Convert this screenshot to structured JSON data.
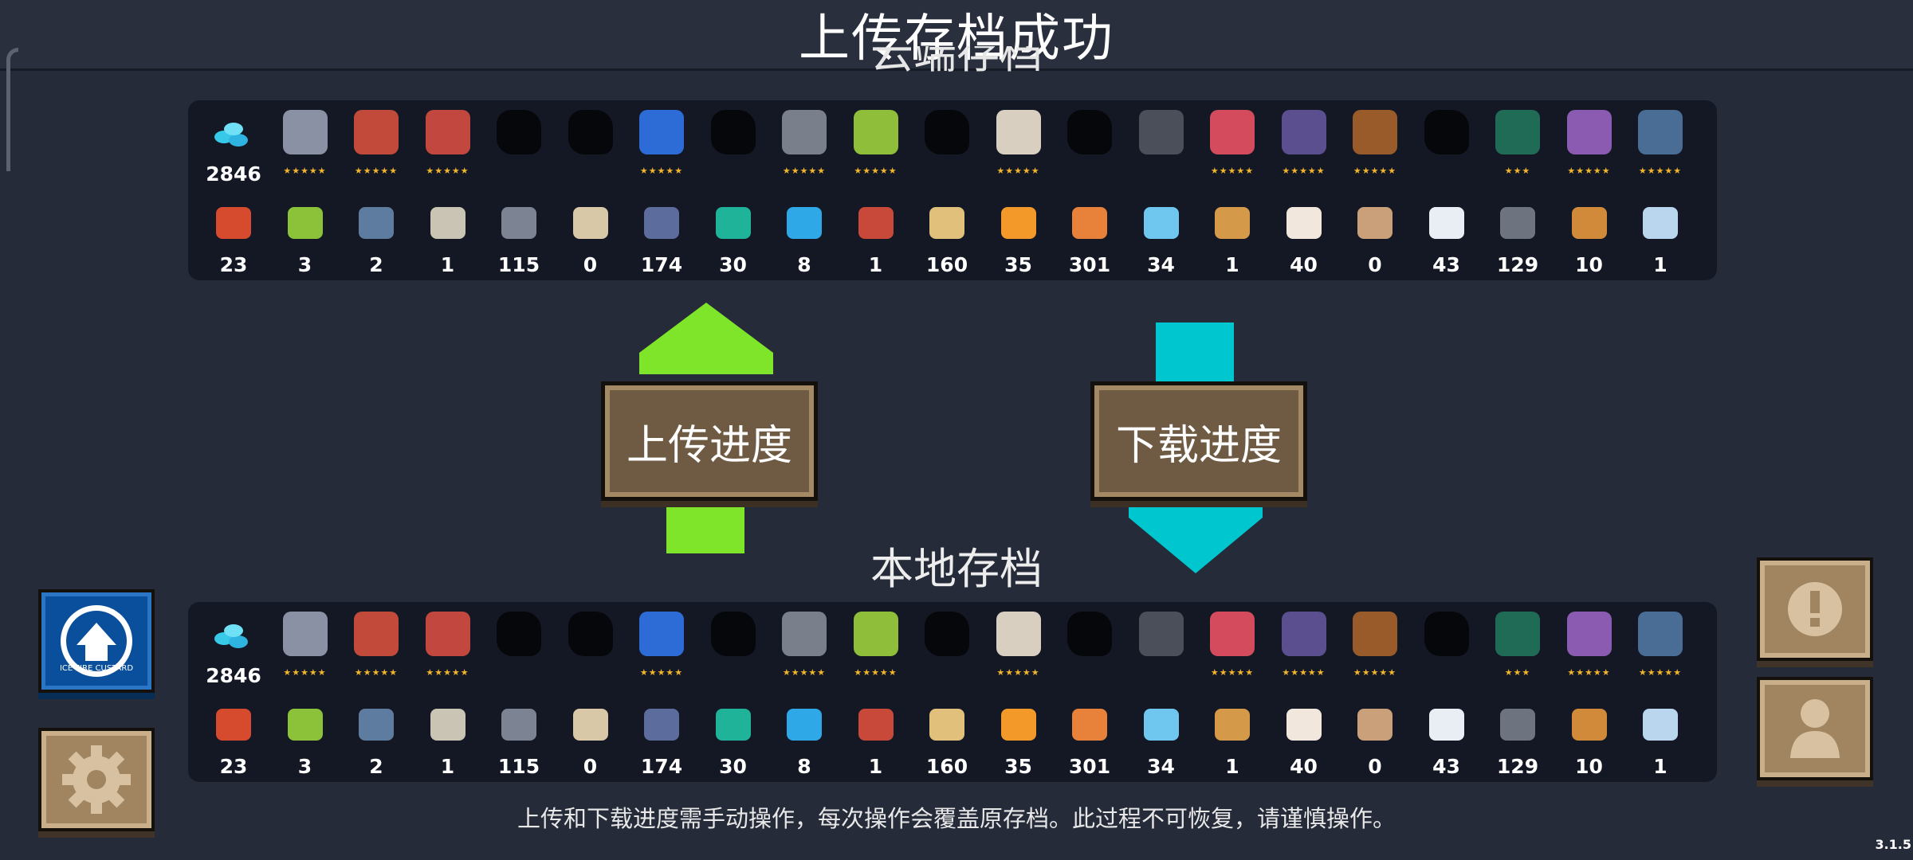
{
  "toast": "上传存档成功",
  "cloud_title": "云端存档",
  "local_title": "本地存档",
  "upload_label": "上传进度",
  "download_label": "下载进度",
  "notice": "上传和下载进度需手动操作，每次操作会覆盖原存档。此过程不可恢复，请谨慎操作。",
  "version": "3.1.5",
  "gem_count": "2846",
  "logo_text": "ICE FIRE CUSTARD",
  "heroes": [
    {
      "name": "knight-icon",
      "color": "#8a91a5",
      "stars": "★★★★★",
      "unlocked": true
    },
    {
      "name": "rogue-icon",
      "color": "#c14a3b",
      "stars": "★★★★★",
      "unlocked": true
    },
    {
      "name": "witch-icon",
      "color": "#c2473e",
      "stars": "★★★★★",
      "unlocked": true
    },
    {
      "name": "locked-hero-icon",
      "color": "#05070a",
      "stars": "",
      "unlocked": false
    },
    {
      "name": "locked-hero-icon",
      "color": "#05070a",
      "stars": "",
      "unlocked": false
    },
    {
      "name": "robot-icon",
      "color": "#2d6cd6",
      "stars": "★★★★★",
      "unlocked": true
    },
    {
      "name": "locked-hero-icon",
      "color": "#05070a",
      "stars": "",
      "unlocked": false
    },
    {
      "name": "paladin-icon",
      "color": "#7a7f8c",
      "stars": "★★★★★",
      "unlocked": true
    },
    {
      "name": "elf-icon",
      "color": "#8fbf3a",
      "stars": "★★★★★",
      "unlocked": true
    },
    {
      "name": "locked-hero-icon",
      "color": "#05070a",
      "stars": "",
      "unlocked": false
    },
    {
      "name": "priest-icon",
      "color": "#d8cfc0",
      "stars": "★★★★★",
      "unlocked": true
    },
    {
      "name": "locked-hero-icon",
      "color": "#05070a",
      "stars": "",
      "unlocked": false
    },
    {
      "name": "assassin-icon",
      "color": "#4b4f5a",
      "stars": "",
      "unlocked": true
    },
    {
      "name": "berserker-icon",
      "color": "#d34b5d",
      "stars": "★★★★★",
      "unlocked": true
    },
    {
      "name": "vampire-icon",
      "color": "#5b4f8f",
      "stars": "★★★★★",
      "unlocked": true
    },
    {
      "name": "officer-icon",
      "color": "#9a5b2a",
      "stars": "★★★★★",
      "unlocked": true
    },
    {
      "name": "locked-hero-icon",
      "color": "#05070a",
      "stars": "",
      "unlocked": false
    },
    {
      "name": "chest-icon",
      "color": "#1f6b56",
      "stars": "★★★",
      "unlocked": true
    },
    {
      "name": "book-icon",
      "color": "#8a5bb0",
      "stars": "★★★★★",
      "unlocked": true
    },
    {
      "name": "cauldron-icon",
      "color": "#4a6d96",
      "stars": "★★★★★",
      "unlocked": true
    }
  ],
  "materials": [
    {
      "name": "ecard-icon",
      "color": "#d64a2e",
      "count": "23"
    },
    {
      "name": "seed-icon",
      "color": "#8cc23a",
      "count": "3"
    },
    {
      "name": "fish-token-icon",
      "color": "#5e7ba0",
      "count": "2"
    },
    {
      "name": "blueprint-icon",
      "color": "#c9c4b4",
      "count": "1"
    },
    {
      "name": "ore-icon",
      "color": "#7c8494",
      "count": "115"
    },
    {
      "name": "scroll-icon",
      "color": "#d8c8a8",
      "count": "0"
    },
    {
      "name": "battery-icon",
      "color": "#5c6c9c",
      "count": "174"
    },
    {
      "name": "leaf-icon",
      "color": "#1fb39a",
      "count": "30"
    },
    {
      "name": "feather-blue-icon",
      "color": "#2fa8e8",
      "count": "8"
    },
    {
      "name": "crate-icon",
      "color": "#c8483a",
      "count": "1"
    },
    {
      "name": "wood-plank-icon",
      "color": "#e0c07a",
      "count": "160"
    },
    {
      "name": "fire-crystal-icon",
      "color": "#f2992a",
      "count": "35"
    },
    {
      "name": "meat-icon",
      "color": "#e8823a",
      "count": "301"
    },
    {
      "name": "ice-crystal-icon",
      "color": "#6fc7f0",
      "count": "34"
    },
    {
      "name": "frame-icon",
      "color": "#d49a4a",
      "count": "1"
    },
    {
      "name": "flour-bag-icon",
      "color": "#f1e7dc",
      "count": "40"
    },
    {
      "name": "potion-jar-icon",
      "color": "#c9a07a",
      "count": "0"
    },
    {
      "name": "white-feather-icon",
      "color": "#e9eef5",
      "count": "43"
    },
    {
      "name": "gear-part-icon",
      "color": "#6e7380",
      "count": "129"
    },
    {
      "name": "shell-icon",
      "color": "#d08a3a",
      "count": "10"
    },
    {
      "name": "chip-icon",
      "color": "#b9d6ee",
      "count": "1"
    }
  ]
}
